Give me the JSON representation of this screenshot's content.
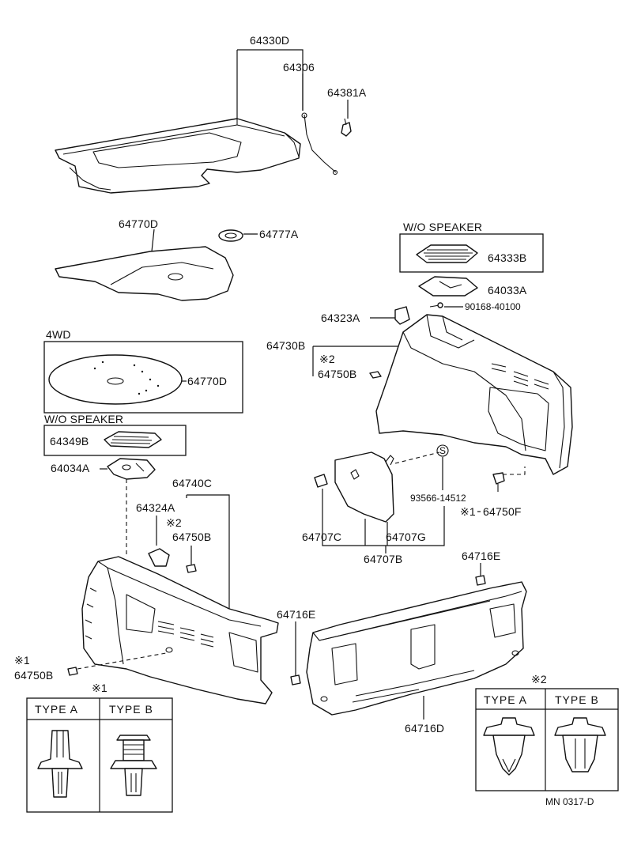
{
  "labels": {
    "p64330D": "64330D",
    "p64306": "64306",
    "p64381A": "64381A",
    "p64770D_a": "64770D",
    "p64777A": "64777A",
    "wo_speaker_r": "W/O SPEAKER",
    "p64333B": "64333B",
    "p64033A": "64033A",
    "p90168": "90168-40100",
    "p64323A": "64323A",
    "p64730B": "64730B",
    "ref2_a": "※2",
    "p64750B_a": "64750B",
    "fwd4": "4WD",
    "p64770D_b": "64770D",
    "wo_speaker_l": "W/O SPEAKER",
    "p64349B": "64349B",
    "p64034A": "64034A",
    "p64740C": "64740C",
    "p64324A": "64324A",
    "ref2_b": "※2",
    "p64750B_b": "64750B",
    "pS": "S",
    "p93566": "93566-14512",
    "ref1_a": "※1",
    "p64750F": "64750F",
    "p64707C": "64707C",
    "p64707G": "64707G",
    "p64707B": "64707B",
    "p64716E_a": "64716E",
    "p64716E_b": "64716E",
    "ref1_b": "※1",
    "p64750B_c": "64750B",
    "p64716D": "64716D",
    "doc_code": "MN 0317-D"
  },
  "legend1": {
    "ref": "※1",
    "type_a": "TYPE  A",
    "type_b": "TYPE  B"
  },
  "legend2": {
    "ref": "※2",
    "type_a": "TYPE  A",
    "type_b": "TYPE  B"
  }
}
